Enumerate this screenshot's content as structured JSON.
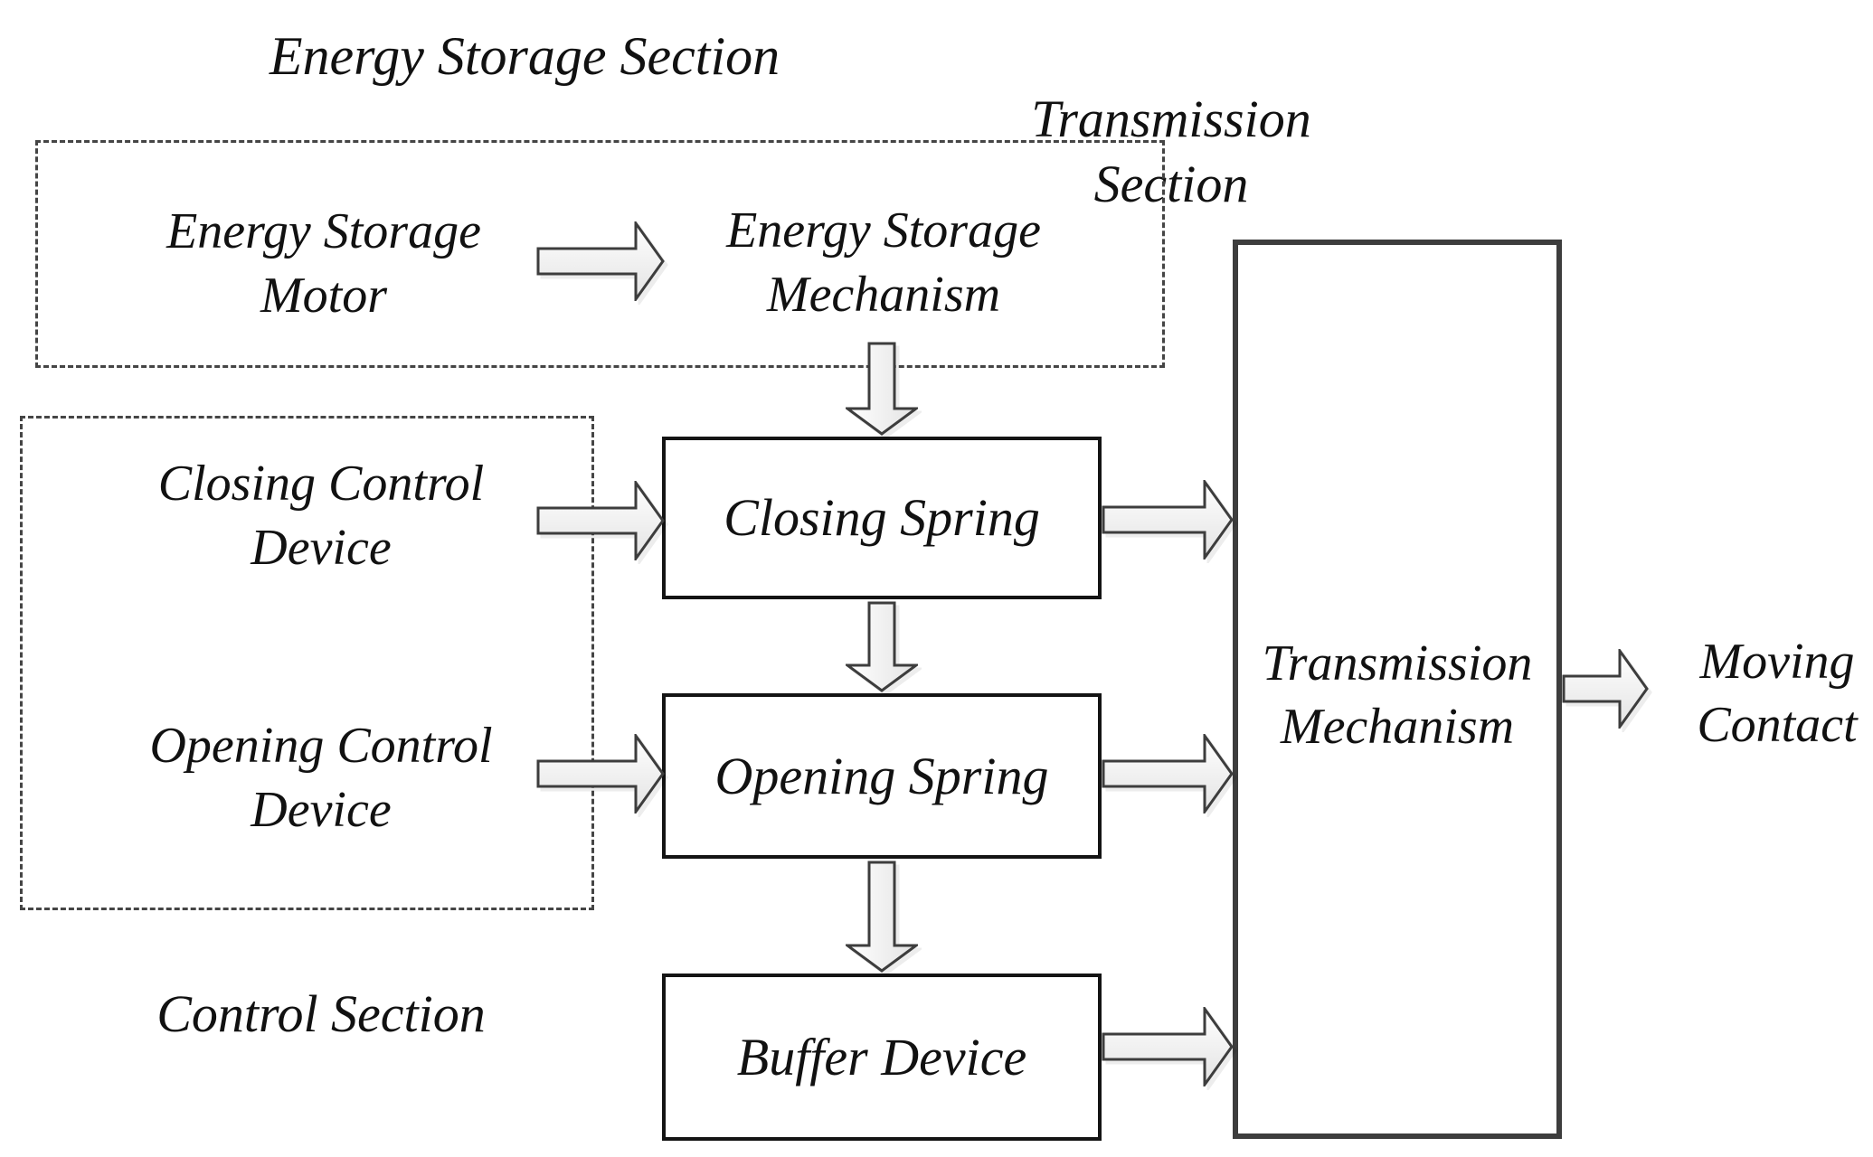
{
  "figure": {
    "type": "block-diagram",
    "background": "#ffffff"
  },
  "colors": {
    "ink": "#111111",
    "line": "#3d3d3d",
    "box_border": "#141414",
    "thick_border": "#3d3d3d",
    "dashed_border": "#454545",
    "arrow_fill_top": "#ffffff",
    "arrow_fill_bottom": "#e3e3e3"
  },
  "sections": {
    "energy_storage": {
      "title": "Energy Storage Section"
    },
    "transmission": {
      "title_line1": "Transmission",
      "title_line2": "Section"
    },
    "control": {
      "title": "Control Section"
    }
  },
  "nodes": {
    "energy_storage_motor": {
      "line1": "Energy Storage",
      "line2": "Motor"
    },
    "energy_storage_mechanism": {
      "line1": "Energy Storage",
      "line2": "Mechanism"
    },
    "closing_control_device": {
      "line1": "Closing Control",
      "line2": "Device"
    },
    "opening_control_device": {
      "line1": "Opening Control",
      "line2": "Device"
    },
    "closing_spring": {
      "label": "Closing Spring"
    },
    "opening_spring": {
      "label": "Opening Spring"
    },
    "buffer_device": {
      "label": "Buffer Device"
    },
    "transmission_mechanism": {
      "line1": "Transmission",
      "line2": "Mechanism"
    },
    "moving_contact": {
      "line1": "Moving",
      "line2": "Contact"
    }
  },
  "connections": [
    {
      "from": "energy_storage_motor",
      "to": "energy_storage_mechanism",
      "direction": "right"
    },
    {
      "from": "energy_storage_mechanism",
      "to": "closing_spring",
      "direction": "down"
    },
    {
      "from": "closing_control_device",
      "to": "closing_spring",
      "direction": "right"
    },
    {
      "from": "opening_control_device",
      "to": "opening_spring",
      "direction": "right"
    },
    {
      "from": "closing_spring",
      "to": "opening_spring",
      "direction": "down"
    },
    {
      "from": "opening_spring",
      "to": "buffer_device",
      "direction": "down"
    },
    {
      "from": "closing_spring",
      "to": "transmission_mechanism",
      "direction": "right"
    },
    {
      "from": "opening_spring",
      "to": "transmission_mechanism",
      "direction": "right"
    },
    {
      "from": "buffer_device",
      "to": "transmission_mechanism",
      "direction": "right"
    },
    {
      "from": "transmission_mechanism",
      "to": "moving_contact",
      "direction": "right"
    }
  ]
}
